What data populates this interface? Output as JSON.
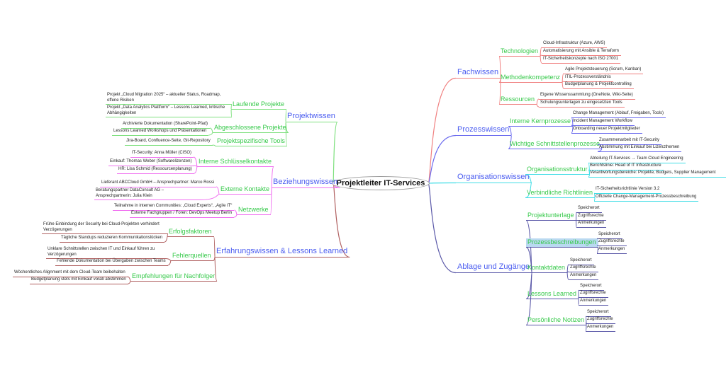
{
  "center": "Projektleiter IT-Services",
  "colors": {
    "main_text": "#4a5cf0",
    "sub_text": "#36c94a",
    "fachwissen": "#f08080",
    "prozesswissen": "#6a6aee",
    "organisationswissen": "#40dde6",
    "ablage": "#5a58a8",
    "projektwissen": "#7ee07e",
    "beziehungswissen": "#f070f0",
    "erfahrungswissen": "#b06060",
    "highlight": "#b9d9f0"
  },
  "right": [
    {
      "label": "Fachwissen",
      "children": [
        {
          "label": "Technologien",
          "leaves": [
            "Cloud-Infrastruktur (Azure, AWS)",
            "Automatisierung mit Ansible & Terraform",
            "IT-Sicherheitskonzepte nach ISO 27001"
          ]
        },
        {
          "label": "Methodenkompetenz",
          "leaves": [
            "Agile Projektsteuerung (Scrum, Kanban)",
            "ITIL-Prozessverständnis",
            "Budgetplanung & Projektcontrolling"
          ]
        },
        {
          "label": "Ressourcen",
          "leaves": [
            "Eigene Wissenssammlung (OneNote, Wiki-Seite)",
            "Schulungsunterlagen zu eingesetzten Tools"
          ]
        }
      ]
    },
    {
      "label": "Prozesswissen",
      "children": [
        {
          "label": "Interne Kernprozesse",
          "leaves": [
            "Change Management (Ablauf, Freigaben, Tools)",
            "Incident Management Workflow",
            "Onboarding neuer Projektmitglieder"
          ]
        },
        {
          "label": "Wichtige Schnittstellenprozesse",
          "leaves": [
            "Zusammenarbeit mit IT-Security",
            "Abstimmung mit Einkauf bei Lizenzthemen"
          ]
        }
      ]
    },
    {
      "label": "Organisationswissen",
      "children": [
        {
          "label": "Organisationsstruktur",
          "leaves": [
            "Abteilung IT-Services → Team Cloud Engineering",
            "Berichtslinie: Head of IT Infrastructure",
            "Verantwortungsbereiche: Projekte, Budgets, Supplier Management"
          ]
        },
        {
          "label": "Verbindliche Richtlinien",
          "leaves": [
            "IT-Sicherheitsrichtlinie Version 3.2",
            "Offizielle Change-Management-Prozessbeschreibung"
          ]
        }
      ]
    },
    {
      "label": "Ablage und Zugänge",
      "children": [
        {
          "label": "Projektunterlage",
          "leaves": [
            "Speicherort",
            "Zugriffsrechte",
            "Anmerkungen"
          ]
        },
        {
          "label": "Prozessbeschreibungen",
          "leaves": [
            "Speicherort",
            "Zugriffsrechte",
            "Anmerkungen"
          ]
        },
        {
          "label": "Kontaktdaten",
          "leaves": [
            "Speicherort",
            "Zugriffsrechte",
            "Anmerkungen"
          ]
        },
        {
          "label": "Lessons Learned",
          "leaves": [
            "Speicherort",
            "Zugriffsrechte",
            "Anmerkungen"
          ]
        },
        {
          "label": "Persönliche Notizen",
          "leaves": [
            "Speicherort",
            "Zugriffsrechte",
            "Anmerkungen"
          ]
        }
      ]
    }
  ],
  "left": [
    {
      "label": "Projektwissen",
      "children": [
        {
          "label": "Laufende Projekte",
          "leaves": [
            "Projekt „Cloud Migration 2025“ – aktueller Status, Roadmap, offene Risiken",
            "Projekt „Data Analytics Plattform“ – Lessons Learned, kritische Abhängigkeiten"
          ]
        },
        {
          "label": "Abgeschlossene Projekte",
          "leaves": [
            "Archivierte Dokumentation (SharePoint-Pfad)",
            "Lessons Learned Workshops und Präsentationen"
          ]
        },
        {
          "label": "Projektspezifische Tools",
          "leaves": [
            "Jira-Board, Confluence-Seite, Git-Repository"
          ]
        }
      ]
    },
    {
      "label": "Beziehungswissen",
      "children": [
        {
          "label": "Interne Schlüsselkontakte",
          "leaves": [
            "IT-Security: Anna Müller (CISO)",
            "Einkauf: Thomas Weber (Softwarelizenzen)",
            "HR: Lisa Schmid (Ressourcenplanung)"
          ]
        },
        {
          "label": "Externe Kontakte",
          "leaves": [
            "Lieferant ABCCloud GmbH – Ansprechpartner: Marco Rossi",
            "Beratungspartner DataConsult AG – Ansprechpartnerin: Julia Klein"
          ]
        },
        {
          "label": "Netzwerke",
          "leaves": [
            "Teilnahme in internen Communities: „Cloud Experts“, „Agile IT“",
            "Externe Fachgruppen / Foren: DevOps Meetup Berlin"
          ]
        }
      ]
    },
    {
      "label": "Erfahrungswissen & Lessons Learned",
      "children": [
        {
          "label": "Erfolgsfaktoren",
          "leaves": [
            "Frühe Einbindung der Security bei Cloud-Projekten verhindert Verzögerungen",
            "Tägliche Standups reduzieren Kommunikationslücken"
          ]
        },
        {
          "label": "Fehlerquellen",
          "leaves": [
            "Unklare Schnittstellen zwischen IT und Einkauf führen zu Verzögerungen",
            "Fehlende Dokumentation bei Übergaben zwischen Teams"
          ]
        },
        {
          "label": "Empfehlungen für Nachfolger",
          "leaves": [
            "Wöchentliches Alignment mit dem Cloud-Team beibehalten",
            "Budgetplanung stets mit Einkauf vorab abstimmen"
          ]
        }
      ]
    }
  ]
}
